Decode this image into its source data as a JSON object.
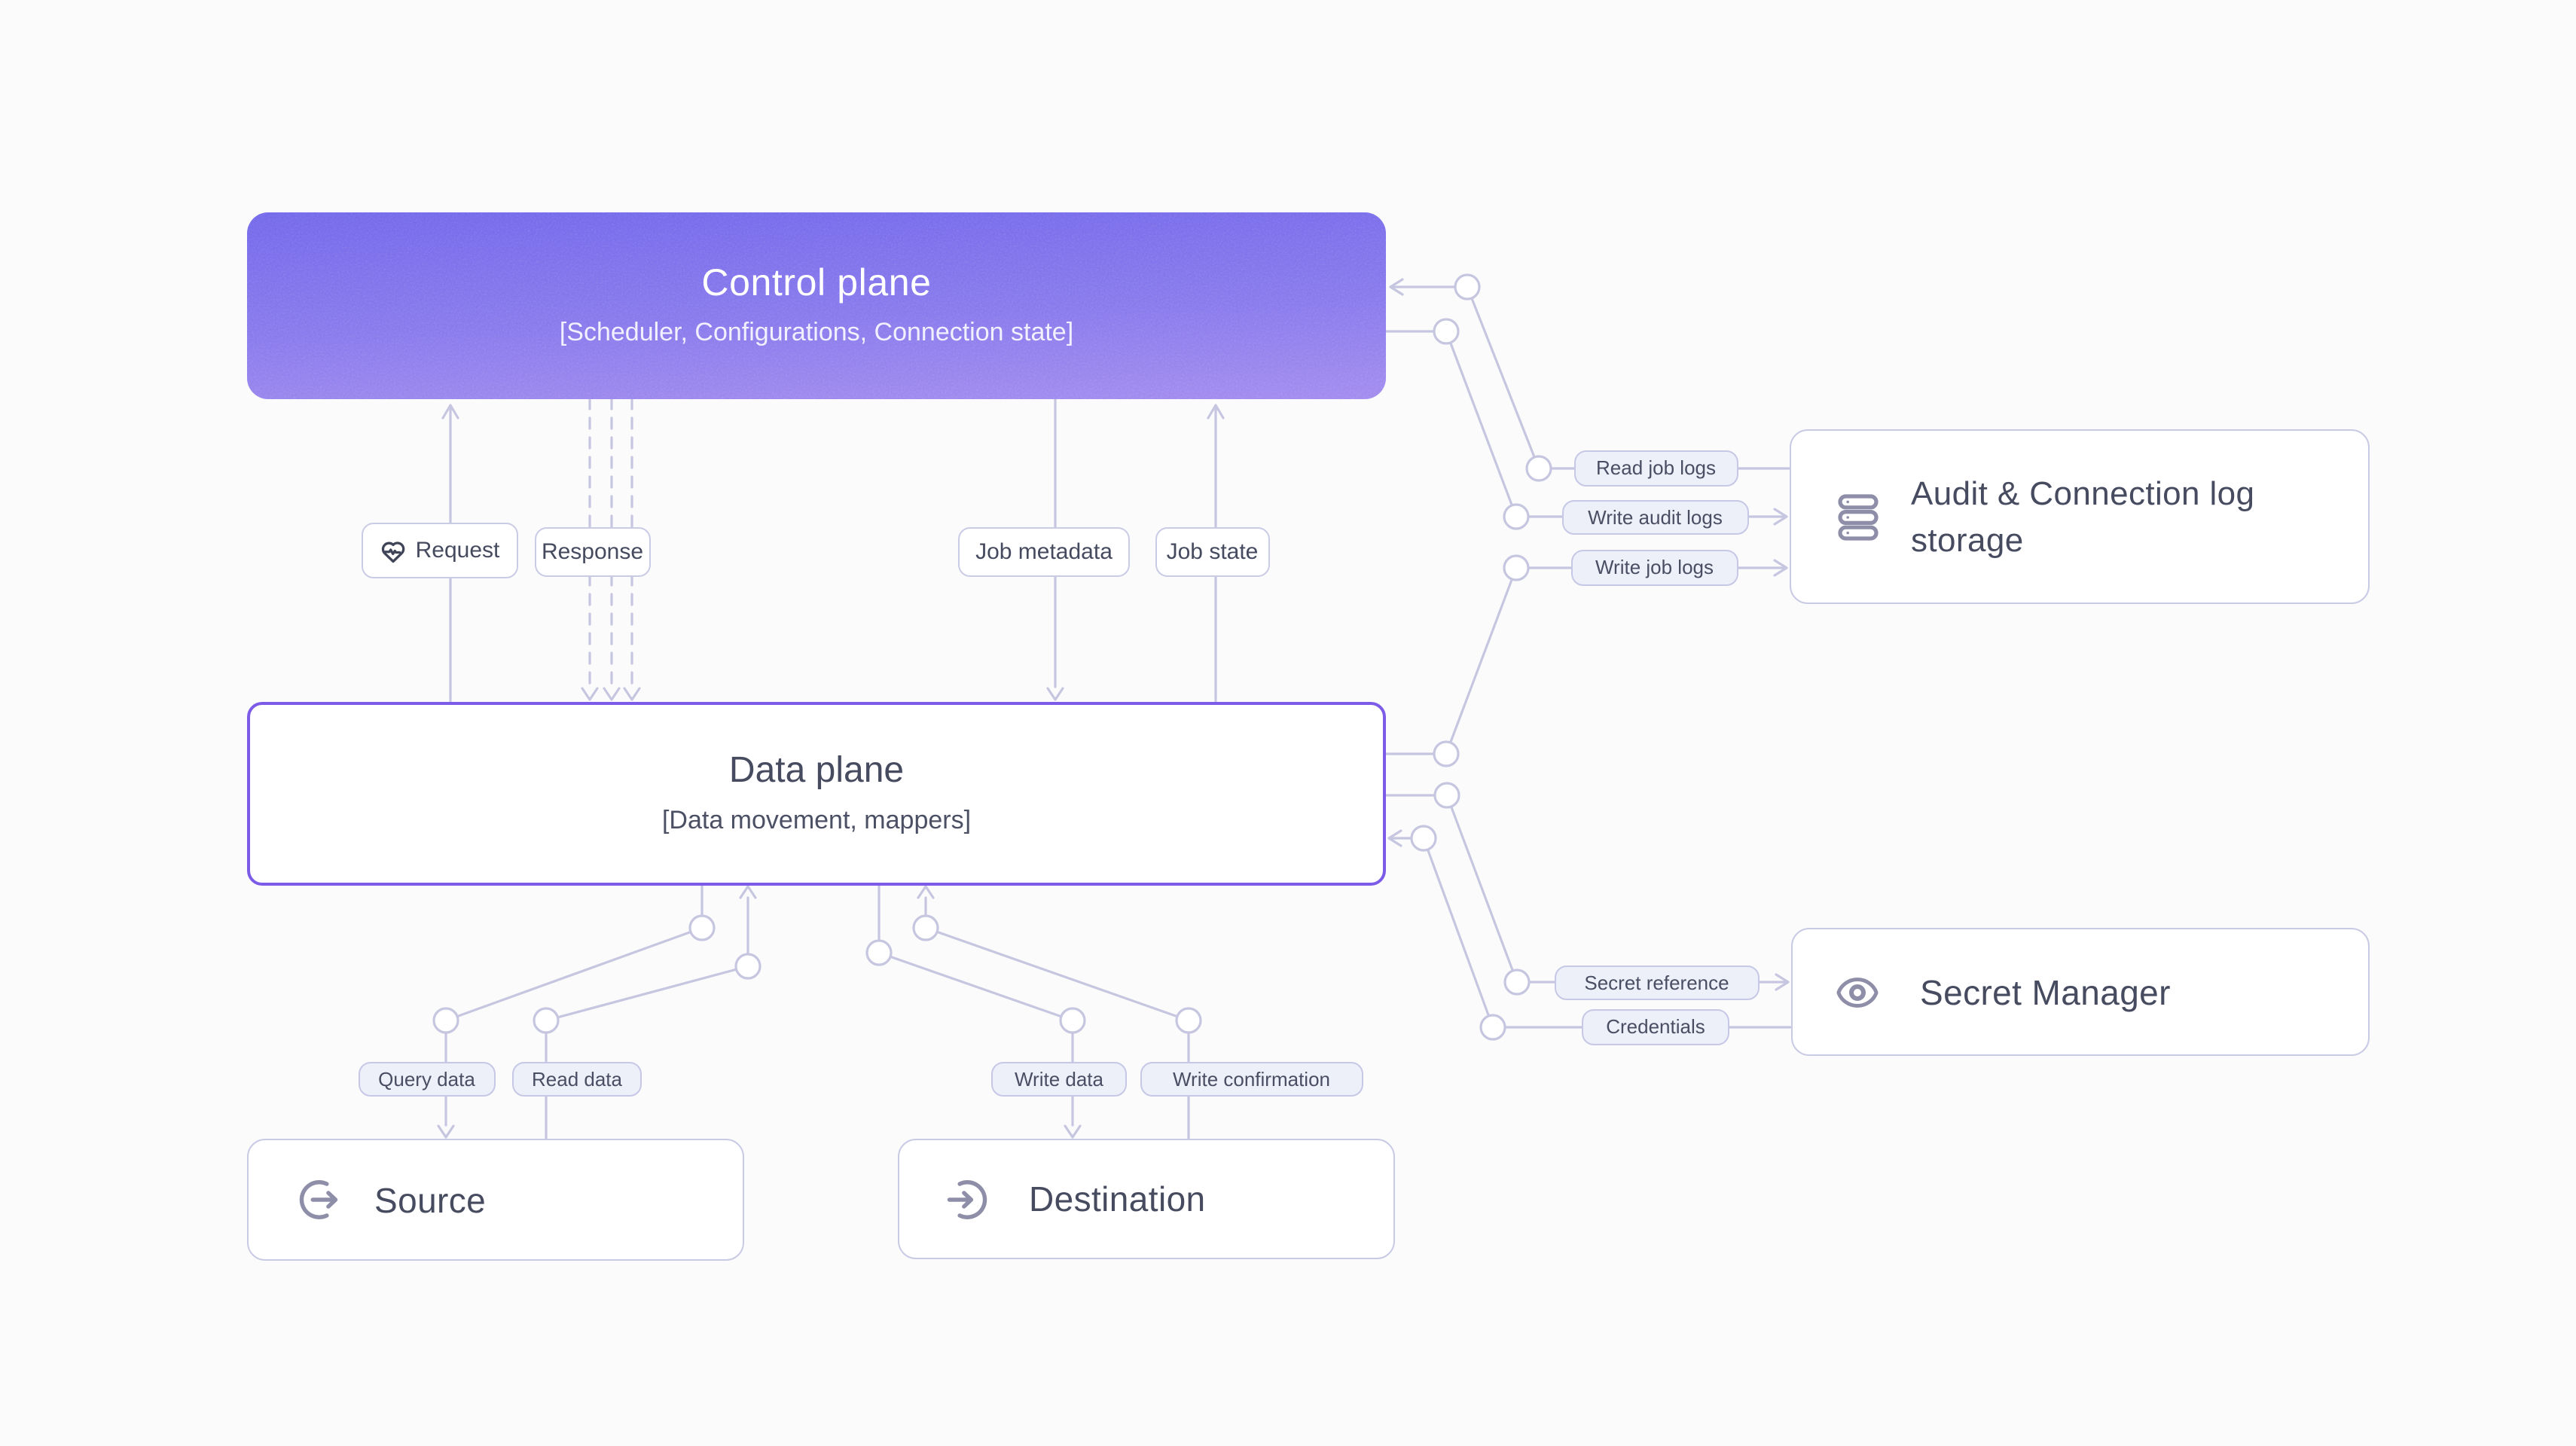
{
  "page": {
    "background": "#FBFBFC"
  },
  "colors": {
    "connector_line": "#C6C6E0",
    "data_plane_border": "#7B5BE8",
    "chip_fill": "#EDEFF9",
    "chip_border": "#C6C8E5",
    "text_dark": "#474B60",
    "icon_gray": "#8F8EA8",
    "control_plane_gradient_top": "#7166EA",
    "control_plane_gradient_bottom": "#A08AEE"
  },
  "control_plane": {
    "title": "Control plane",
    "subtitle": "[Scheduler, Configurations, Connection state]"
  },
  "data_plane": {
    "title": "Data plane",
    "subtitle": "[Data movement, mappers]"
  },
  "nodes": {
    "audit": {
      "title": "Audit & Connection log storage",
      "icon": "database-icon"
    },
    "secret": {
      "title": "Secret Manager",
      "icon": "eye-icon"
    },
    "source": {
      "title": "Source",
      "icon": "log-out-icon"
    },
    "destination": {
      "title": "Destination",
      "icon": "log-in-icon"
    }
  },
  "labels": {
    "request": "Request",
    "response": "Response",
    "job_metadata": "Job metadata",
    "job_state": "Job state",
    "read_job_logs": "Read job logs",
    "write_audit_logs": "Write audit logs",
    "write_job_logs": "Write job logs",
    "secret_reference": "Secret reference",
    "credentials": "Credentials",
    "query_data": "Query data",
    "read_data": "Read data",
    "write_data": "Write data",
    "write_confirmation": "Write confirmation"
  }
}
